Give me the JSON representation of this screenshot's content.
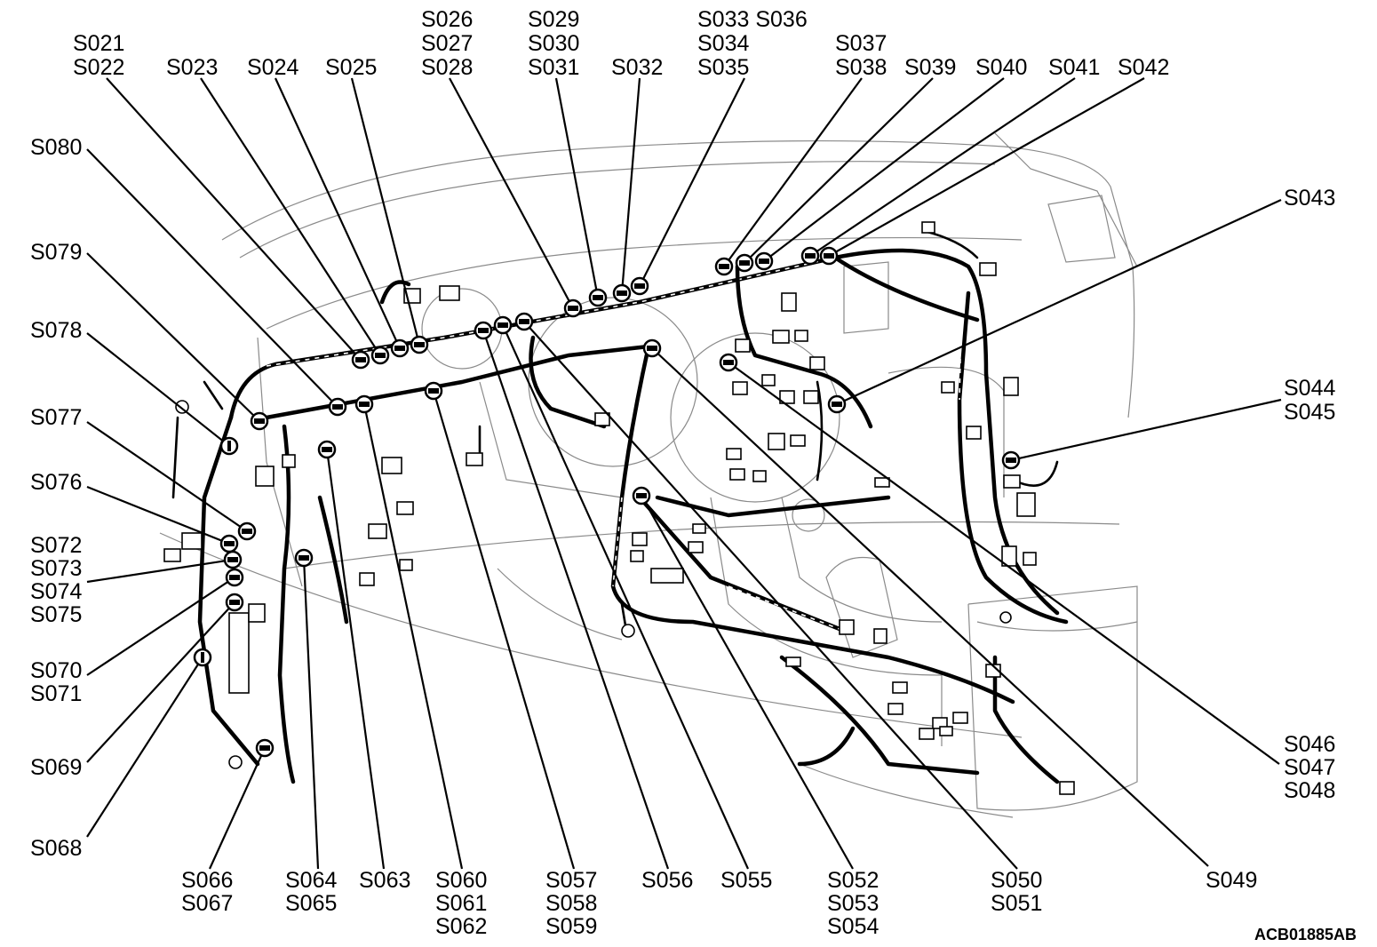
{
  "diagram": {
    "figure_code": "ACB01885AB",
    "callouts": [
      {
        "id": "c1",
        "lines": [
          "S021",
          "S022"
        ]
      },
      {
        "id": "c2",
        "lines": [
          "S023"
        ]
      },
      {
        "id": "c3",
        "lines": [
          "S024"
        ]
      },
      {
        "id": "c4",
        "lines": [
          "S025"
        ]
      },
      {
        "id": "c5",
        "lines": [
          "S026",
          "S027",
          "S028"
        ]
      },
      {
        "id": "c6",
        "lines": [
          "S029",
          "S030",
          "S031"
        ]
      },
      {
        "id": "c7",
        "lines": [
          "S032"
        ]
      },
      {
        "id": "c8",
        "lines": [
          "S033 S036",
          "S034",
          "S035"
        ]
      },
      {
        "id": "c9",
        "lines": [
          "S037",
          "S038"
        ]
      },
      {
        "id": "c10",
        "lines": [
          "S039"
        ]
      },
      {
        "id": "c11",
        "lines": [
          "S040"
        ]
      },
      {
        "id": "c12",
        "lines": [
          "S041"
        ]
      },
      {
        "id": "c13",
        "lines": [
          "S042"
        ]
      },
      {
        "id": "c14",
        "lines": [
          "S043"
        ]
      },
      {
        "id": "c15",
        "lines": [
          "S044",
          "S045"
        ]
      },
      {
        "id": "c16",
        "lines": [
          "S046",
          "S047",
          "S048"
        ]
      },
      {
        "id": "c17",
        "lines": [
          "S049"
        ]
      },
      {
        "id": "c18",
        "lines": [
          "S050",
          "S051"
        ]
      },
      {
        "id": "c19",
        "lines": [
          "S052",
          "S053",
          "S054"
        ]
      },
      {
        "id": "c20",
        "lines": [
          "S055"
        ]
      },
      {
        "id": "c21",
        "lines": [
          "S056"
        ]
      },
      {
        "id": "c22",
        "lines": [
          "S057",
          "S058",
          "S059"
        ]
      },
      {
        "id": "c23",
        "lines": [
          "S060",
          "S061",
          "S062"
        ]
      },
      {
        "id": "c24",
        "lines": [
          "S063"
        ]
      },
      {
        "id": "c25",
        "lines": [
          "S064",
          "S065"
        ]
      },
      {
        "id": "c26",
        "lines": [
          "S066",
          "S067"
        ]
      },
      {
        "id": "c27",
        "lines": [
          "S068"
        ]
      },
      {
        "id": "c28",
        "lines": [
          "S069"
        ]
      },
      {
        "id": "c29",
        "lines": [
          "S070",
          "S071"
        ]
      },
      {
        "id": "c30",
        "lines": [
          "S072",
          "S073",
          "S074",
          "S075"
        ]
      },
      {
        "id": "c31",
        "lines": [
          "S076"
        ]
      },
      {
        "id": "c32",
        "lines": [
          "S077"
        ]
      },
      {
        "id": "c33",
        "lines": [
          "S078"
        ]
      },
      {
        "id": "c34",
        "lines": [
          "S079"
        ]
      },
      {
        "id": "c35",
        "lines": [
          "S080"
        ]
      }
    ]
  }
}
